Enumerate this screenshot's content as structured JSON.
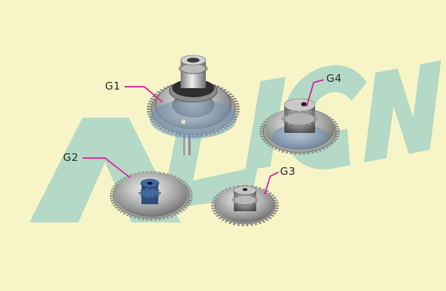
{
  "watermark": {
    "text": "ALIGN",
    "color": "#7ec3c6"
  },
  "background_color": "#f7f5c7",
  "callout_color": "#e0249a",
  "callouts": {
    "g1": "G1",
    "g2": "G2",
    "g3": "G3",
    "g4": "G4"
  }
}
